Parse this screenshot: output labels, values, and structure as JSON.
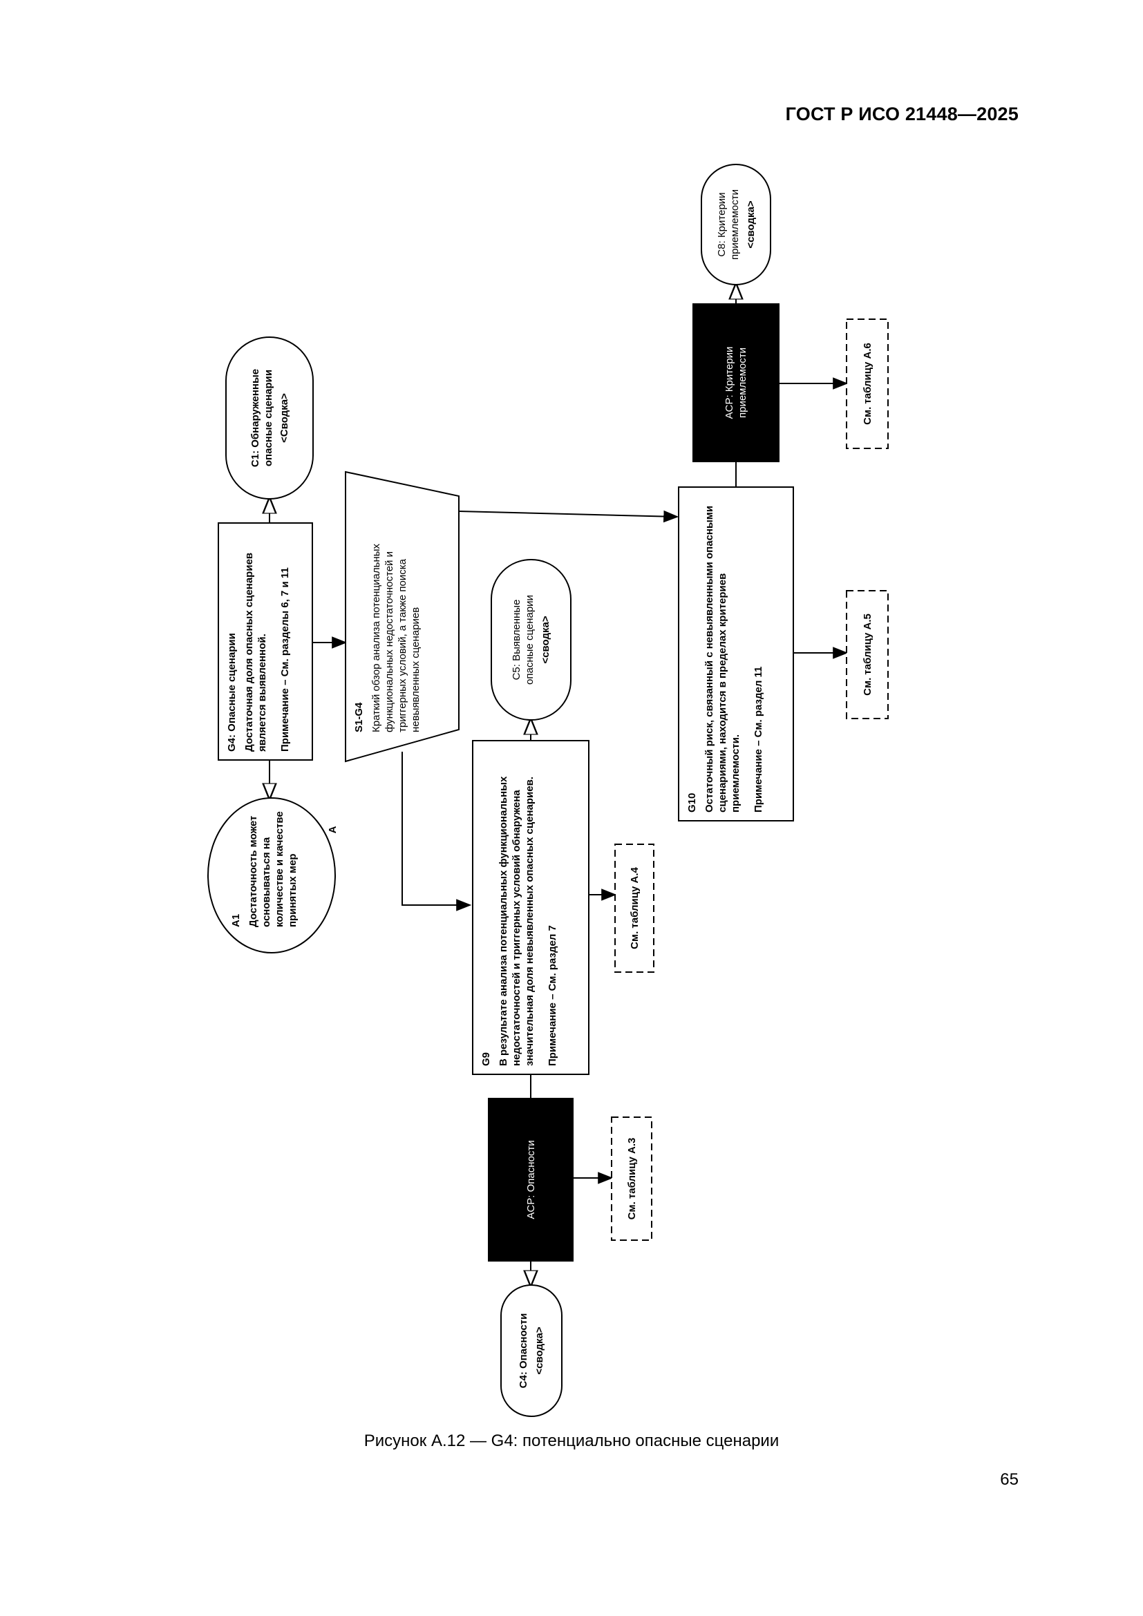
{
  "header": "ГОСТ Р ИСО 21448—2025",
  "caption": "Рисунок А.12 — G4: потенциально опасные сценарии",
  "page_number": "65",
  "g4": {
    "id": "G4: Опасные сценарии",
    "text": "Достаточная доля опасных сценариев является выявленной.",
    "note": "Примечание – См. разделы 6, 7 и 11"
  },
  "c1": {
    "line1": "C1: Обнаруженные",
    "line2": "опасные сценарии",
    "line3": "<Сводка>"
  },
  "a1": {
    "id": "A1",
    "text": "Достаточность может основываться на количестве и качестве принятых мер",
    "label": "A"
  },
  "s1": {
    "id": "S1-G4",
    "text": "Краткий обзор анализа потенциальных функциональных недостаточностей и триггерных условий, а также поиска невыявленных сценариев"
  },
  "c5": {
    "line1": "C5: Выявленные",
    "line2": "опасные сценарии",
    "line3": "<сводка>"
  },
  "g9": {
    "id": "G9",
    "text": "В результате анализа потенциальных функциональных недостаточностей и триггерных условий обнаружена значительная доля невыявленных опасных сценариев.",
    "note": "Примечание – См. раздел 7"
  },
  "ref_a4": "См. таблицу А.4",
  "acp_hazards": "ACP: Опасности",
  "ref_a3": "См. таблицу А.3",
  "c4": {
    "line1": "C4: Опасности",
    "line2": "<сводка>"
  },
  "g10": {
    "id": "G10",
    "text": "Остаточный риск, связанный с невыявленными опасными сценариями, находится в пределах критериев приемлемости.",
    "note": "Примечание – См. раздел 11"
  },
  "ref_a5": "См. таблицу А.5",
  "acp_criteria": {
    "line1": "ACP: Критерии",
    "line2": "приемлемости"
  },
  "ref_a6": "См. таблицу А.6",
  "c8": {
    "line1": "C8: Критерии",
    "line2": "приемлемости",
    "line3": "<сводка>"
  }
}
